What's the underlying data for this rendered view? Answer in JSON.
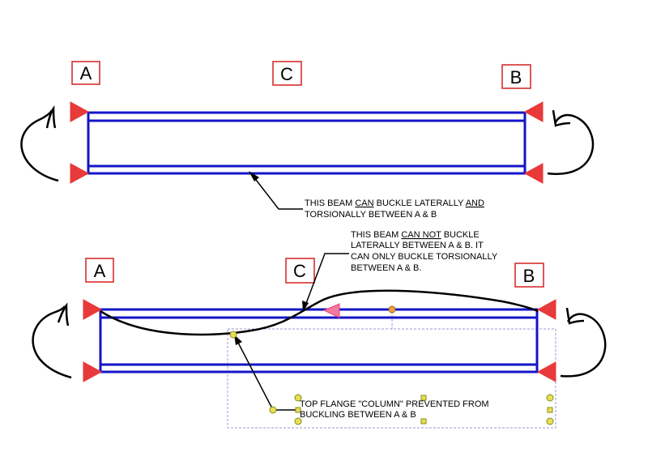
{
  "colors": {
    "beam": "#1414c8",
    "support": "#e83a3a",
    "label_box": "#d42020",
    "ink": "#000000",
    "handle": "#e8e050",
    "handle_stroke": "#8a8a20",
    "selection": "#9a9ad8",
    "marker": "#f0a040"
  },
  "top_diagram": {
    "label_a": "A",
    "label_c": "C",
    "label_b": "B",
    "note_line1_pre": "THIS BEAM ",
    "note_line1_can": "CAN",
    "note_line1_mid": " BUCKLE LATERALLY ",
    "note_line1_and": "AND",
    "note_line2": "TORSIONALLY BETWEEN A & B"
  },
  "bottom_diagram": {
    "label_a": "A",
    "label_c": "C",
    "label_b": "B",
    "note1_line1_pre": "THIS BEAM ",
    "note1_line1_cannot": "CAN NOT",
    "note1_line1_post": " BUCKLE",
    "note1_line2": "LATERALLY BETWEEN A & B.  IT",
    "note1_line3": "CAN ONLY BUCKLE TORSIONALLY",
    "note1_line4": "BETWEEN A & B.",
    "note2_line1": "TOP FLANGE \"COLUMN\" PREVENTED FROM",
    "note2_line2": "BUCKLING BETWEEN A & B"
  }
}
